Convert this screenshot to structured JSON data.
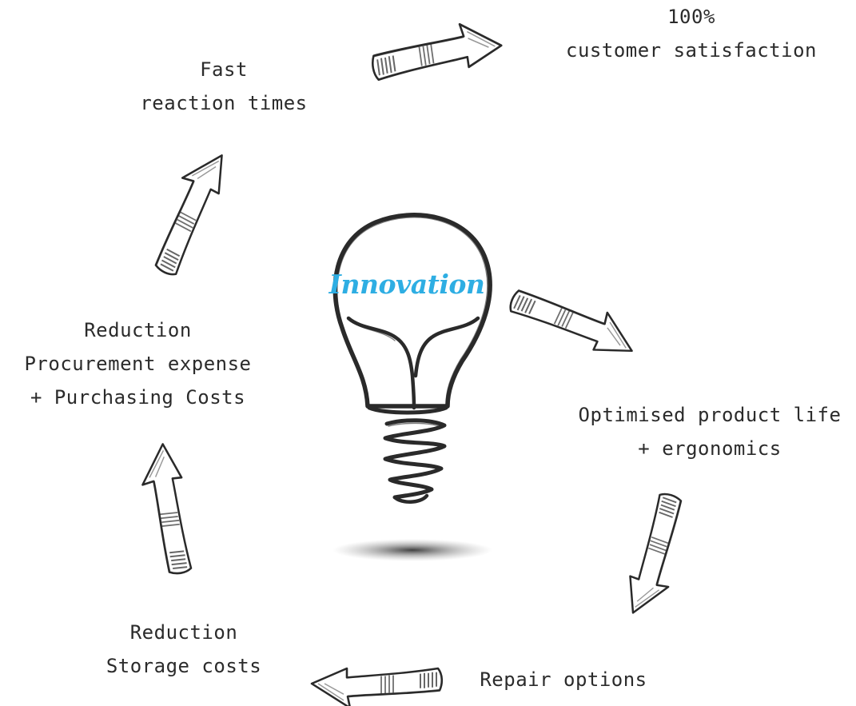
{
  "center": {
    "title": "Innovation",
    "title_color": "#2eaee3",
    "icon": "lightbulb-icon"
  },
  "cycle": {
    "satisfaction": {
      "line1": "100%",
      "line2": "customer satisfaction"
    },
    "reaction": {
      "line1": "Fast",
      "line2": "reaction times"
    },
    "procurement": {
      "line1": "Reduction",
      "line2": "Procurement expense",
      "line3": "+ Purchasing Costs"
    },
    "storage": {
      "line1": "Reduction",
      "line2": "Storage costs"
    },
    "repair": {
      "line1": "Repair options"
    },
    "product_life": {
      "line1": "Optimised product life",
      "line2": "+ ergonomics"
    }
  },
  "arrow_icon": "hand-drawn-arrow-icon",
  "colors": {
    "ink": "#2b2b2b",
    "accent": "#2eaee3"
  }
}
